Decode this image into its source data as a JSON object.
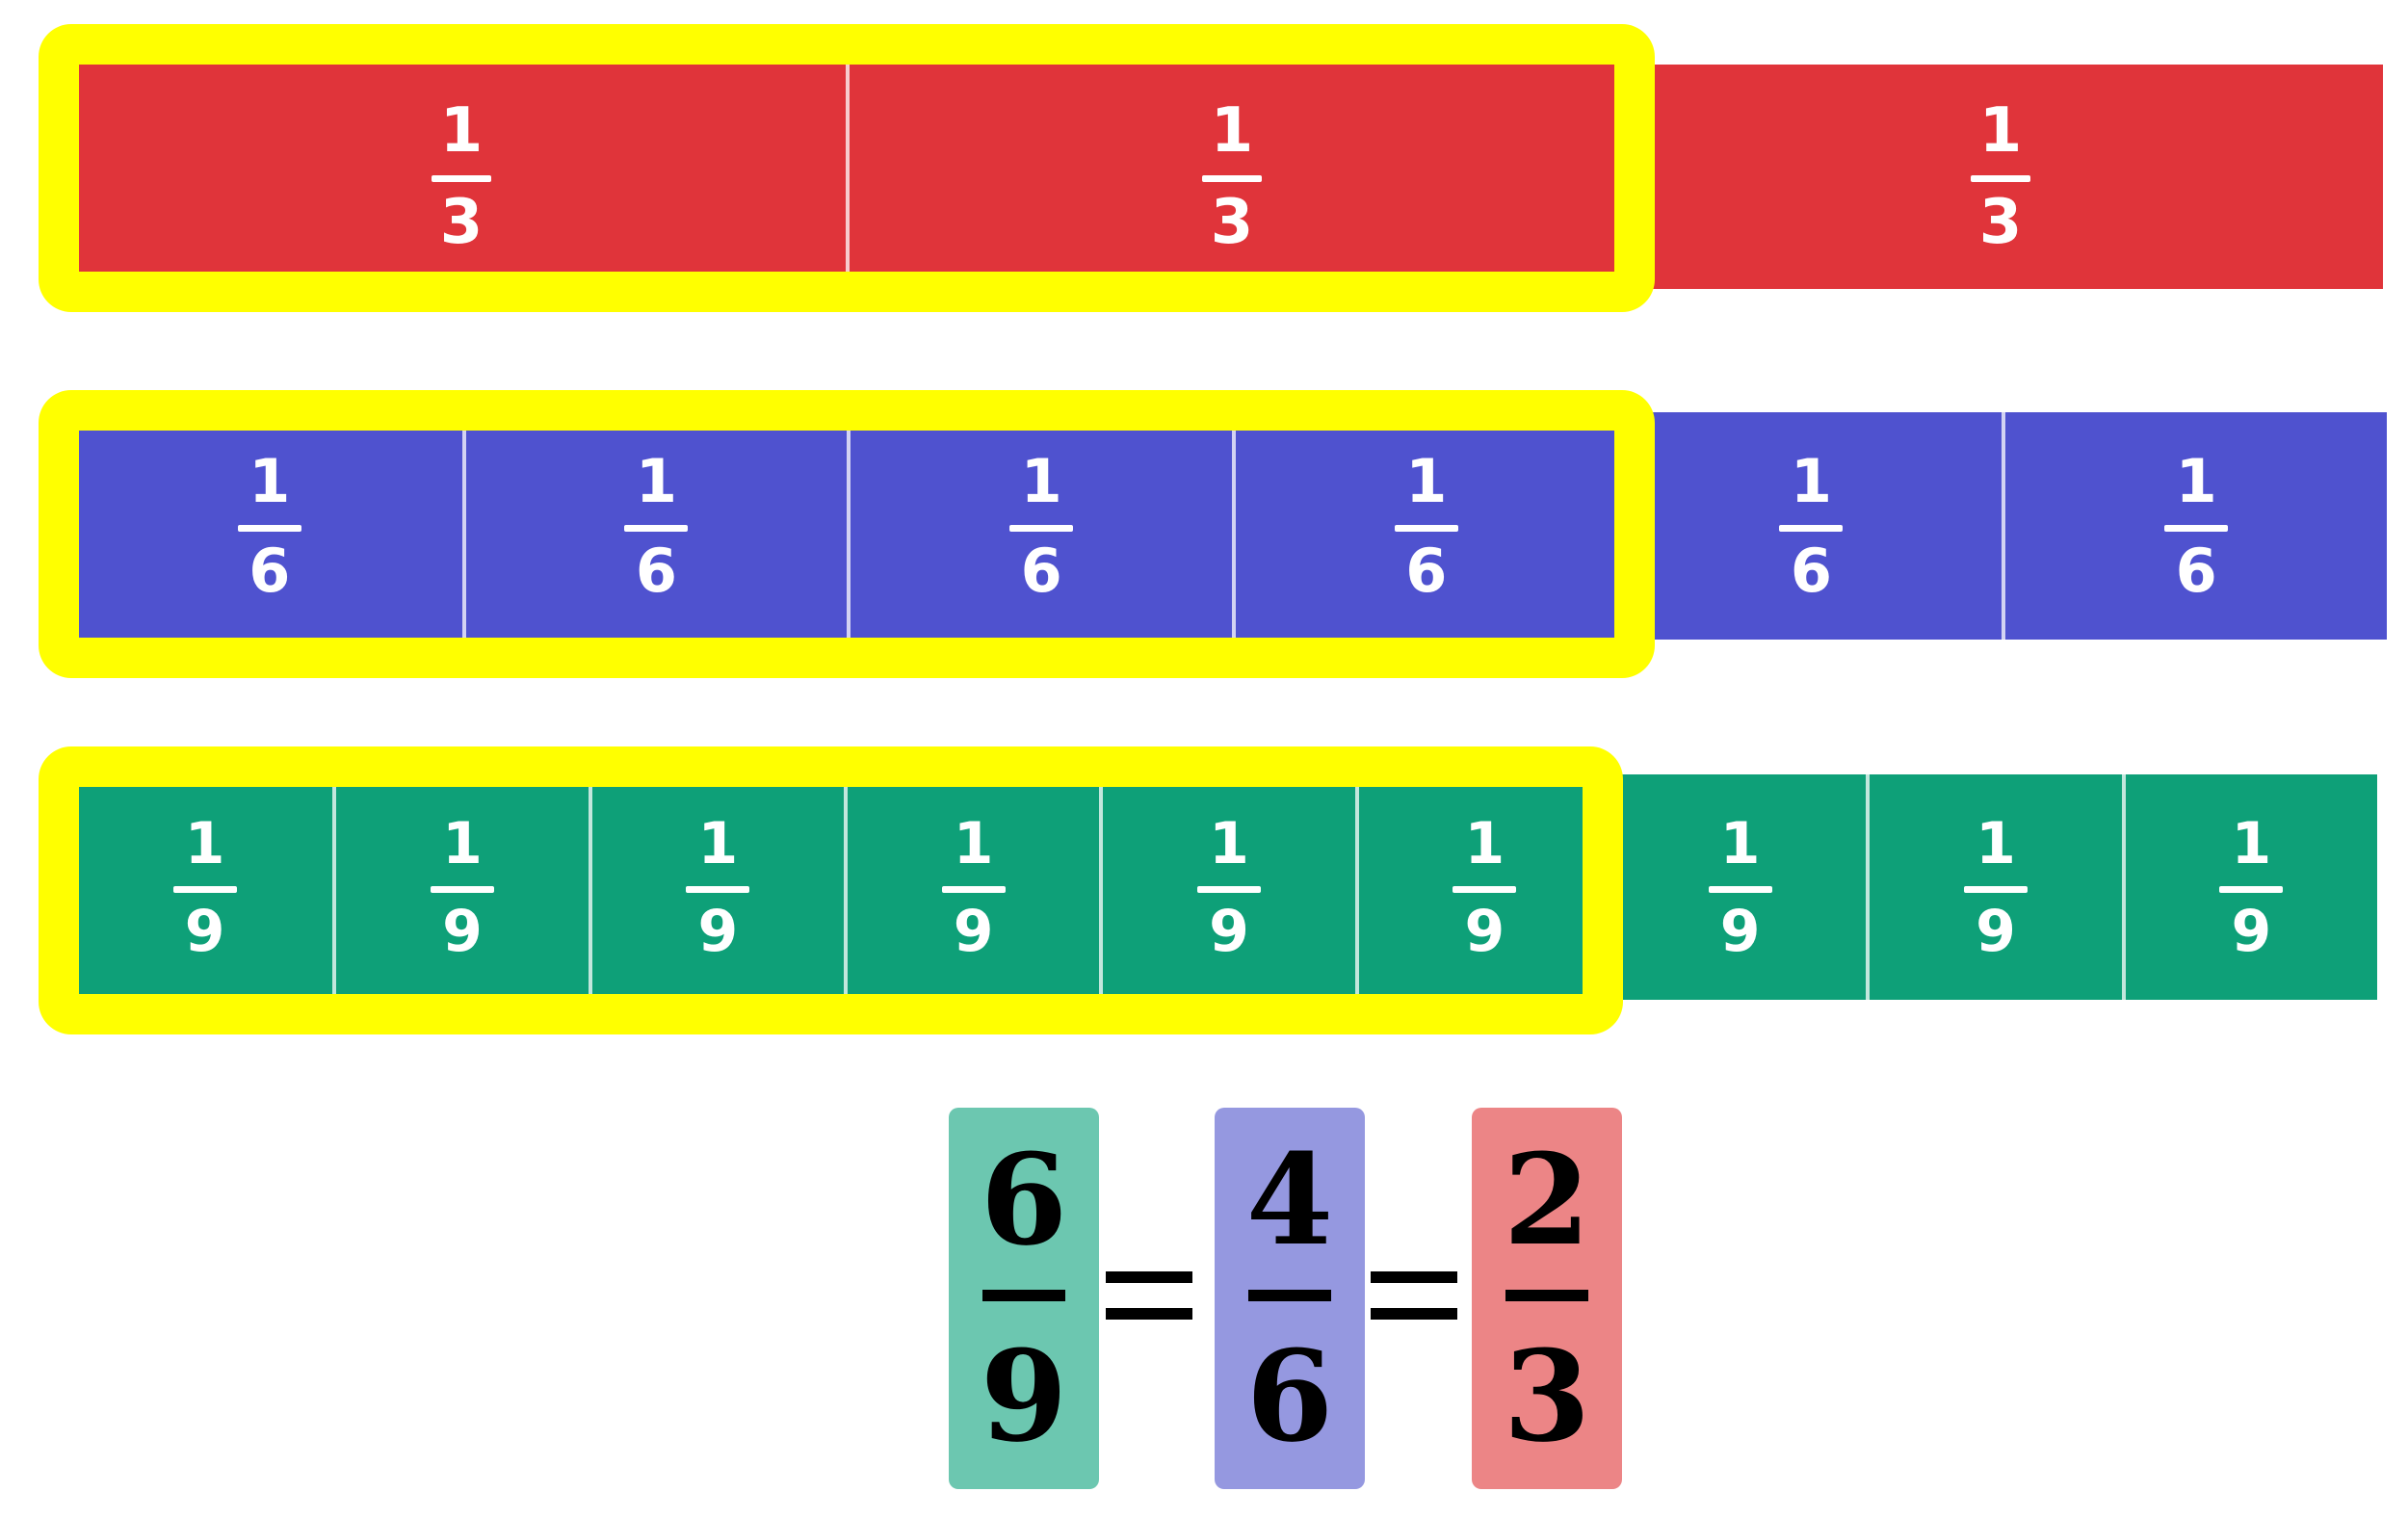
{
  "colors": {
    "thirds": "#e0343a",
    "sixths": "#4f52cf",
    "ninths": "#0ea078",
    "highlight": "#ffff00",
    "box_ninths": "#6cc7b0",
    "box_sixths": "#9598e0",
    "box_thirds": "#ec8586"
  },
  "rows": [
    {
      "name": "thirds",
      "numerator": "1",
      "denominator": "3",
      "count": 3,
      "highlighted": 2
    },
    {
      "name": "sixths",
      "numerator": "1",
      "denominator": "6",
      "count": 6,
      "highlighted": 4
    },
    {
      "name": "ninths",
      "numerator": "1",
      "denominator": "9",
      "count": 9,
      "highlighted": 6
    }
  ],
  "equation": {
    "fractions": [
      {
        "numerator": "6",
        "denominator": "9"
      },
      {
        "numerator": "4",
        "denominator": "6"
      },
      {
        "numerator": "2",
        "denominator": "3"
      }
    ],
    "operator": "="
  }
}
